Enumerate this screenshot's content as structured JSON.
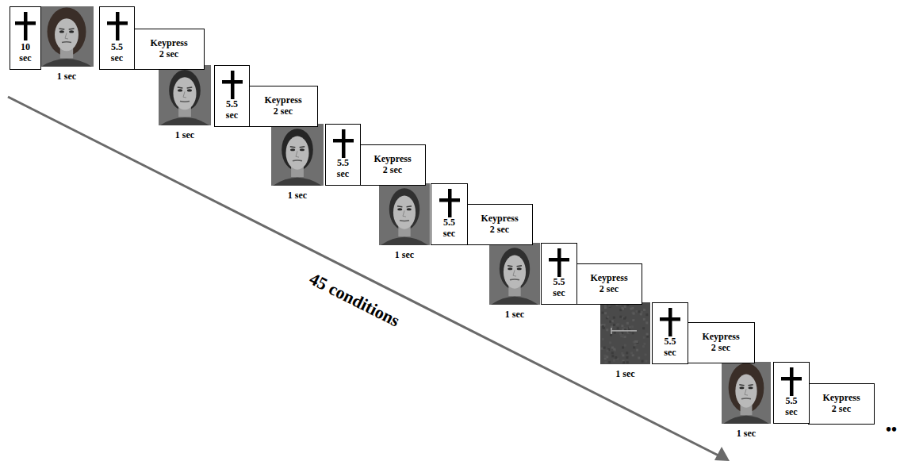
{
  "diagram": {
    "nodes": [
      {
        "text": [
          "10 sec"
        ]
      },
      {
        "text": [
          "5.5 sec"
        ]
      },
      {
        "text": [
          "Keypress 2 sec"
        ]
      },
      {
        "text": [
          "5.5 sec"
        ]
      },
      {
        "text": [
          "Keypress 2 sec"
        ]
      },
      {
        "text": [
          "5.5 sec"
        ]
      },
      {
        "text": [
          "Keypress 2 sec"
        ]
      },
      {
        "text": [
          "5.5 sec"
        ]
      },
      {
        "text": [
          "Keypress 2 sec"
        ]
      },
      {
        "text": [
          "5.5 sec"
        ]
      },
      {
        "text": [
          "Keypress 2 sec"
        ]
      },
      {
        "text": [
          "5.5 sec"
        ]
      },
      {
        "text": [
          "Keypress 2 sec"
        ]
      },
      {
        "text": [
          "5.5 sec"
        ]
      },
      {
        "text": [
          "Keypress 2 sec"
        ]
      }
    ],
    "labels": [
      "1 sec",
      "1 sec",
      "1 sec",
      "1 sec",
      "1 sec",
      "1 sec",
      "1 sec",
      "45 conditions",
      "••"
    ]
  }
}
